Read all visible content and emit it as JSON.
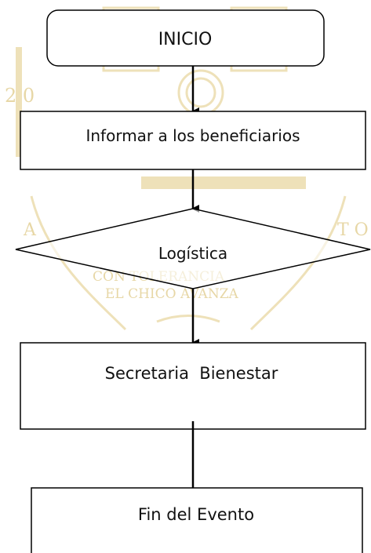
{
  "diagram": {
    "start_label": "INICIO",
    "step1_label": "Informar a los beneficiarios",
    "decision_label": "Logística",
    "step2_label": "Secretaria  Bienestar",
    "end_label": "Fin del Evento"
  },
  "watermark": {
    "line1": "CON TOLERANCIA",
    "line2": "EL CHICO AVANZA",
    "fragment_left": "2 0",
    "fragment_left2": "A",
    "fragment_right": "T O",
    "color": "#e7d7a6"
  },
  "colors": {
    "stroke": "#000000",
    "fill": "#ffffff"
  }
}
